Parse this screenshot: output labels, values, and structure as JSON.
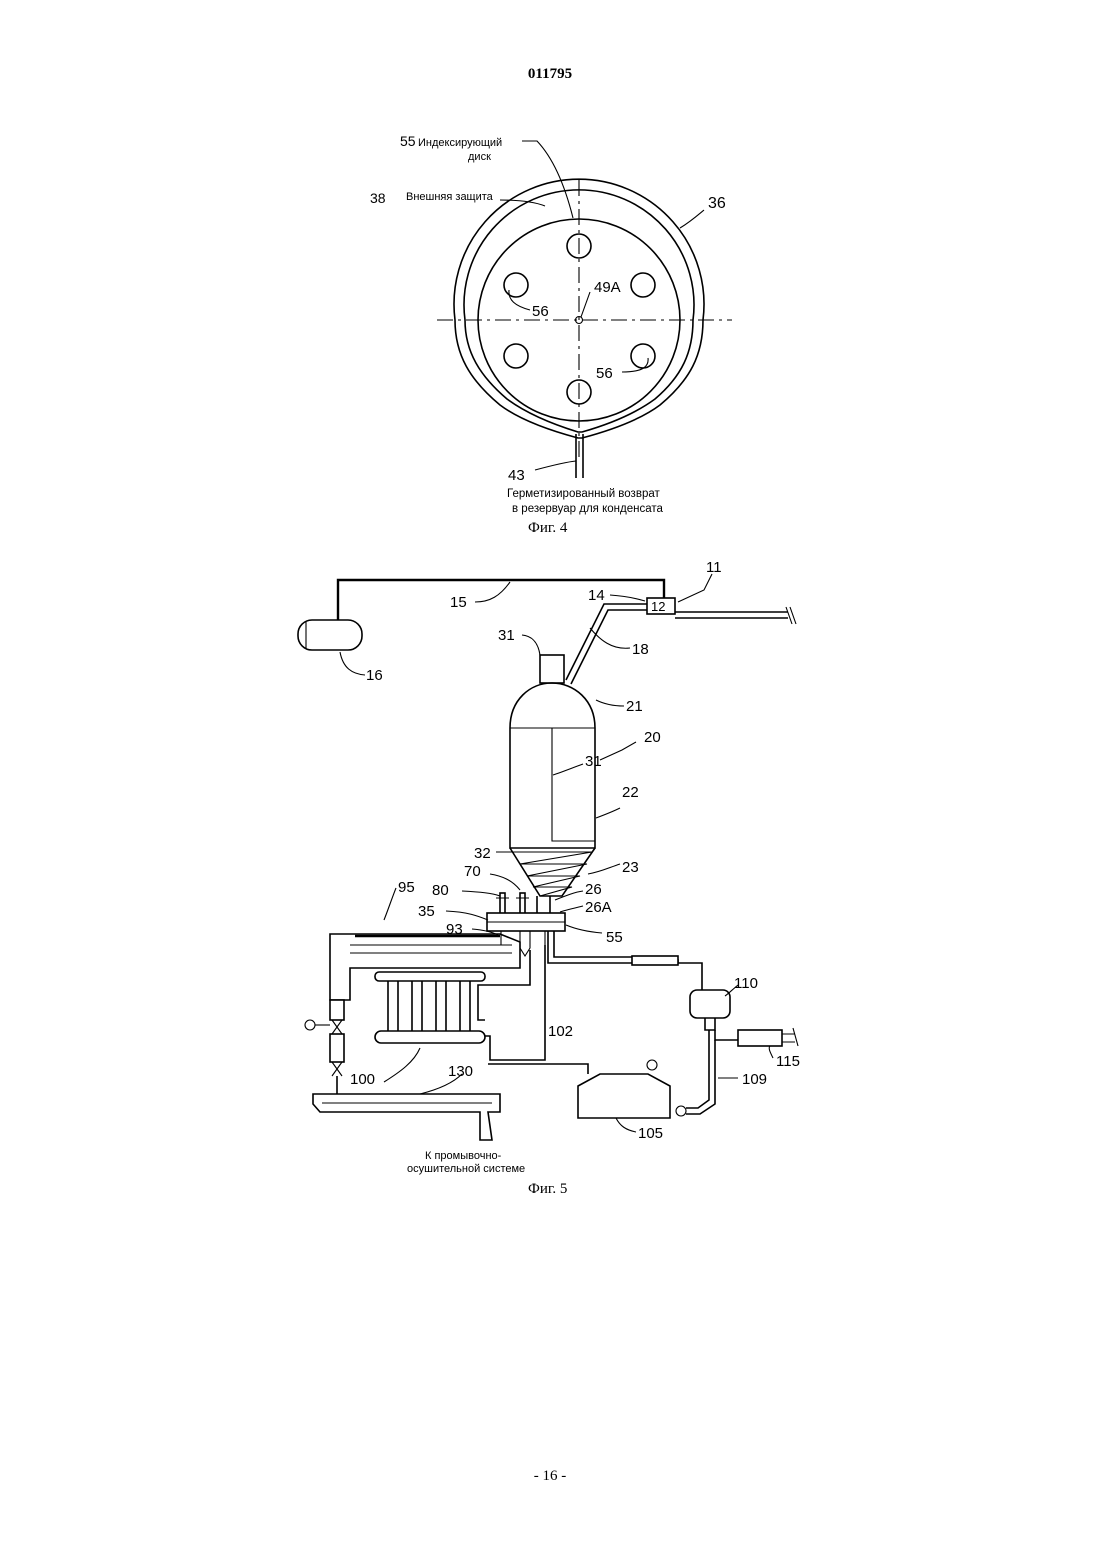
{
  "header": {
    "doc_number": "011795"
  },
  "footer": {
    "page_number": "- 16 -"
  },
  "fig4": {
    "caption": "Фиг. 4",
    "labels": {
      "l55": "55",
      "l55_text1": "Индексирующий",
      "l55_text2": "диск",
      "l38": "38",
      "l38_text": "Внешняя защита",
      "l36": "36",
      "l49a": "49A",
      "l56a": "56",
      "l56b": "56",
      "l43": "43",
      "return1": "Герметизированный возврат",
      "return2": "в резервуар для конденсата"
    }
  },
  "fig5": {
    "caption": "Фиг. 5",
    "labels": {
      "l11": "11",
      "l12": "12",
      "l14": "14",
      "l15": "15",
      "l16": "16",
      "l18": "18",
      "l31a": "31",
      "l31b": "31",
      "l21": "21",
      "l20": "20",
      "l22": "22",
      "l32": "32",
      "l70": "70",
      "l23": "23",
      "l95": "95",
      "l80": "80",
      "l26": "26",
      "l26a": "26A",
      "l35": "35",
      "l93": "93",
      "l55": "55",
      "l110": "110",
      "l102": "102",
      "l115": "115",
      "l109": "109",
      "l100": "100",
      "l130": "130",
      "l105": "105",
      "wash1": "К промывочно-",
      "wash2": "осушительной системе"
    }
  }
}
